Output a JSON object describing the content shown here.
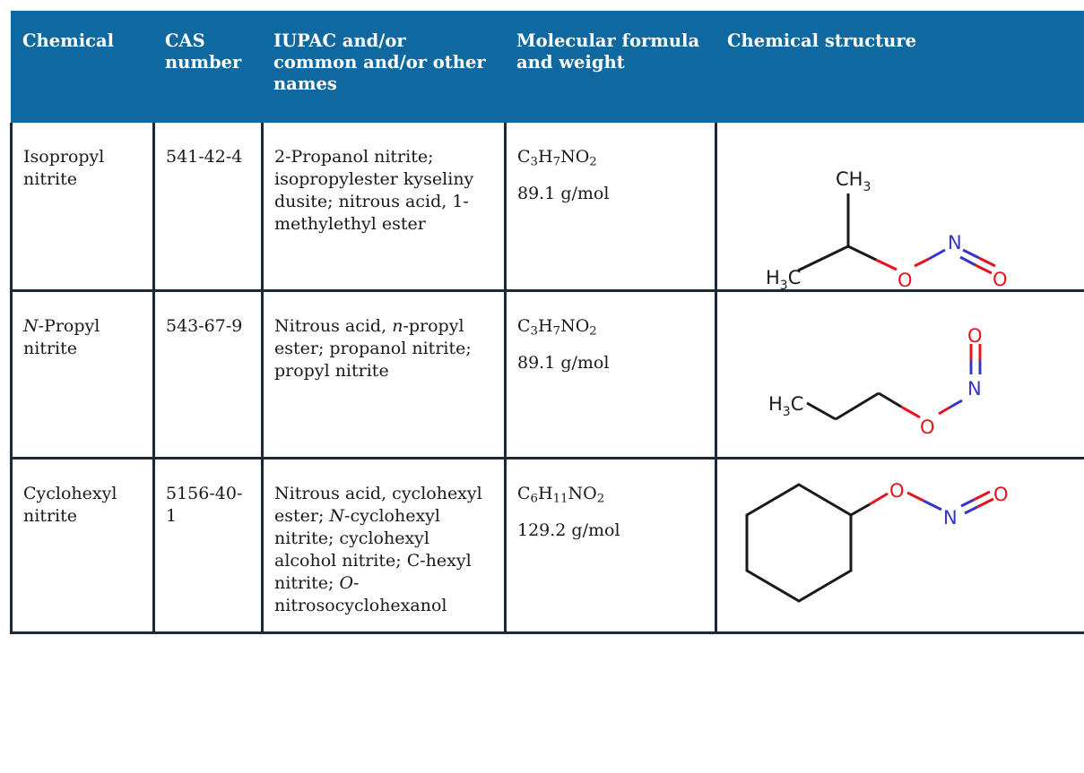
{
  "table": {
    "headers": {
      "chemical": "Chemical",
      "cas": "CAS number",
      "names": "IUPAC and/or common and/or other names",
      "formula": "Molecular formula and weight",
      "structure": "Chemical structure"
    },
    "rows": [
      {
        "chemical": "Isopropyl nitrite",
        "cas": "541-42-4",
        "names": "2-Propanol nitrite; isopropylester kyseliny dusite; nitrous acid, 1-methylethyl ester",
        "formula_parts": [
          "C",
          "3",
          "H",
          "7",
          "NO",
          "2"
        ],
        "weight": "89.1 g/mol",
        "structure": {
          "atoms": [
            "CH",
            "3",
            "H",
            "3",
            "C",
            "O",
            "N",
            "O"
          ]
        }
      },
      {
        "chemical_italic": "N",
        "chemical_rest": "-Propyl nitrite",
        "cas": "543-67-9",
        "names_part1": "Nitrous acid, ",
        "names_italic": "n",
        "names_part2": "-propyl ester; propanol nitrite; propyl nitrite",
        "formula_parts": [
          "C",
          "3",
          "H",
          "7",
          "NO",
          "2"
        ],
        "weight": "89.1 g/mol",
        "structure": {
          "atoms": [
            "H",
            "3",
            "C",
            "O",
            "N",
            "O"
          ]
        }
      },
      {
        "chemical": "Cyclohexyl nitrite",
        "cas": "5156-40-1",
        "names_part1": "Nitrous acid, cyclohexyl ester; ",
        "names_italic1": "N",
        "names_part2": "-cyclohexyl nitrite; cyclohexyl alcohol nitrite; C-hexyl nitrite; ",
        "names_italic2": "O",
        "names_part3": "-nitrosocyclohexanol",
        "formula_parts": [
          "C",
          "6",
          "H",
          "11",
          "NO",
          "2"
        ],
        "weight": "129.2 g/mol",
        "structure": {
          "atoms": [
            "O",
            "N",
            "O"
          ]
        }
      }
    ]
  },
  "colors": {
    "header_bg": "#0f69a0",
    "border": "#1b2a3a",
    "oxygen": "#e8121c",
    "nitrogen": "#3535c8"
  }
}
